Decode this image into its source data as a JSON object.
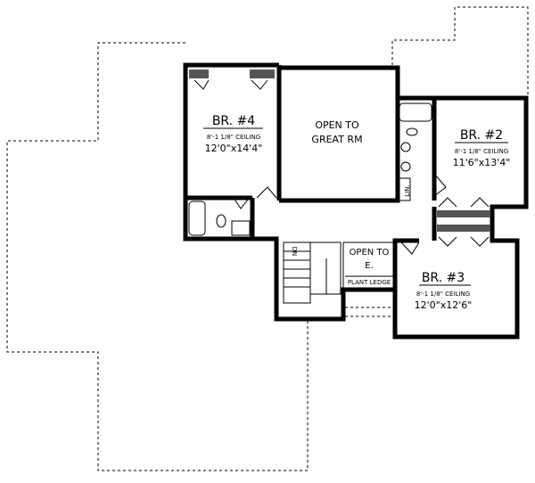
{
  "plan": {
    "rooms": [
      {
        "name": "BR. #4",
        "ceiling": "8'-1 1/8\" CEILING",
        "size": "12'0\"x14'4\""
      },
      {
        "name": "BR. #2",
        "ceiling": "8'-1 1/8\" CEILING",
        "size": "11'6\"x13'4\""
      },
      {
        "name": "BR. #3",
        "ceiling": "8'-1 1/8\" CEILING",
        "size": "12'0\"x12'6\""
      }
    ],
    "open_great_rm": [
      "OPEN TO",
      "GREAT RM"
    ],
    "open_e": [
      "OPEN TO",
      "E."
    ],
    "plant_ledge": "PLANT LEDGE",
    "linen": "LIN.",
    "stair_dn": "DN"
  }
}
